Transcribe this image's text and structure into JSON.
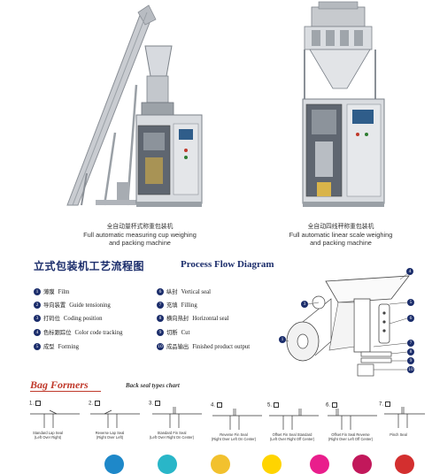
{
  "machines": [
    {
      "caption_cn": "全自动量杯式称重包装机",
      "caption_en_1": "Full automatic measuring cup weighing",
      "caption_en_2": "and packing machine"
    },
    {
      "caption_cn": "全自动四线秤称重包装机",
      "caption_en_1": "Full automatic linear scale weighing",
      "caption_en_2": "and packing machine"
    }
  ],
  "process": {
    "title_cn": "立式包装机工艺流程图",
    "title_en": "Process Flow Diagram",
    "steps": [
      {
        "n": "1",
        "cn": "薄膜",
        "en": "Film"
      },
      {
        "n": "2",
        "cn": "导向装置",
        "en": "Guide tensioning"
      },
      {
        "n": "3",
        "cn": "打码位",
        "en": "Coding position"
      },
      {
        "n": "4",
        "cn": "色标跟踪位",
        "en": "Color code tracking"
      },
      {
        "n": "5",
        "cn": "成型",
        "en": "Forming"
      },
      {
        "n": "6",
        "cn": "纵封",
        "en": "Vertical seal"
      },
      {
        "n": "7",
        "cn": "充填",
        "en": "Filling"
      },
      {
        "n": "8",
        "cn": "横向热封",
        "en": "Horizontal seal"
      },
      {
        "n": "9",
        "cn": "切断",
        "en": "Cut"
      },
      {
        "n": "10",
        "cn": "成品输出",
        "en": "Finished product output"
      }
    ],
    "callouts": [
      "4",
      "3",
      "5",
      "6",
      "7",
      "8",
      "9",
      "10"
    ]
  },
  "bag_formers": {
    "title": "Bag Formers",
    "subtitle": "Back seal types chart",
    "types": [
      {
        "n": "1.",
        "label_1": "Standard Lap Seal",
        "label_2": "(Left Over Right)"
      },
      {
        "n": "2.",
        "label_1": "Reverse Lap Seal",
        "label_2": "(Right Over Left)"
      },
      {
        "n": "3.",
        "label_1": "Standard Fin Seal",
        "label_2": "(Left Over Right On Center)"
      },
      {
        "n": "4.",
        "label_1": "Reverse Fin Seal",
        "label_2": "(Right Over Left On Center)"
      },
      {
        "n": "5.",
        "label_1": "Offset Fin Seal Standard",
        "label_2": "(Left Over Right Off Center)"
      },
      {
        "n": "6.",
        "label_1": "Offset Fin Seal Reverse",
        "label_2": "(Right Over Left Off Center)"
      },
      {
        "n": "7.",
        "label_1": "",
        "label_2": "Pinch Seal"
      }
    ]
  },
  "colors": {
    "navy": "#1b2d6b",
    "red": "#c0392b",
    "dots": [
      "#1e88c9",
      "#29b6c8",
      "#f2c12e",
      "#ffd400",
      "#e91e8c",
      "#c2185b",
      "#d32f2f"
    ]
  }
}
